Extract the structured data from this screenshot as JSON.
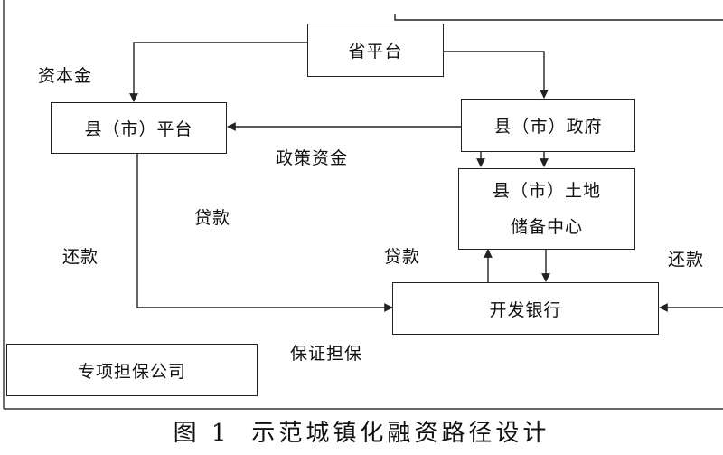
{
  "nodes": {
    "province": "省平台",
    "county_platform": "县（市）平台",
    "county_gov": "县（市）政府",
    "land_center_line1": "县（市）土地",
    "land_center_line2": "储备中心",
    "dev_bank": "开发银行",
    "guarantee_co": "专项担保公司"
  },
  "labels": {
    "capital": "资本金",
    "policy_funds": "政策资金",
    "loan_left": "贷款",
    "repay_left": "还款",
    "loan_center": "贷款",
    "repay_right": "还款",
    "guarantee": "保证担保"
  },
  "caption": {
    "fig": "图 1",
    "title": "示范城镇化融资路径设计"
  }
}
